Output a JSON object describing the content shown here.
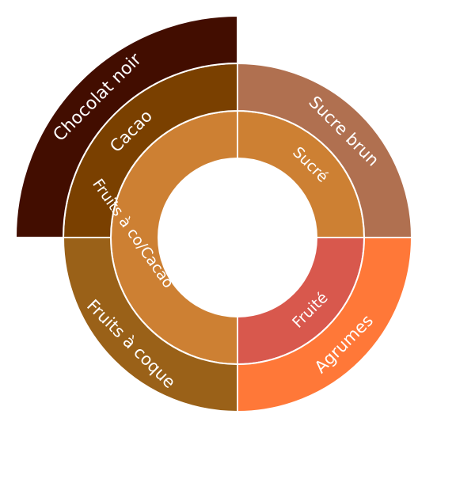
{
  "wheel": {
    "segments": [
      {
        "label": "Sucré",
        "color": "#CD8033",
        "ring": "inner",
        "start_deg": 0,
        "end_deg": 90,
        "extended": false
      },
      {
        "label": "Fruité",
        "color": "#D8584D",
        "ring": "inner",
        "start_deg": 90,
        "end_deg": 180,
        "extended": false
      },
      {
        "label": "Fruits à co/Cacao",
        "color": "#CD8033",
        "ring": "inner",
        "start_deg": 180,
        "end_deg": 360,
        "extended": false
      },
      {
        "label": "Sucre brun",
        "color": "#B07050",
        "ring": "outer",
        "start_deg": 0,
        "end_deg": 90,
        "extended": false
      },
      {
        "label": "Agrumes",
        "color": "#FF7838",
        "ring": "outer",
        "start_deg": 90,
        "end_deg": 180,
        "extended": false
      },
      {
        "label": "Fruits à coque",
        "color": "#9A6118",
        "ring": "outer",
        "start_deg": 180,
        "end_deg": 270,
        "extended": false
      },
      {
        "label": "Cacao",
        "color": "#7A4000",
        "ring": "outer",
        "start_deg": 270,
        "end_deg": 360,
        "extended": false
      },
      {
        "label": "Chocolat noir",
        "color": "#420D00",
        "ring": "extra",
        "start_deg": 270,
        "end_deg": 360,
        "extended": true
      }
    ]
  }
}
